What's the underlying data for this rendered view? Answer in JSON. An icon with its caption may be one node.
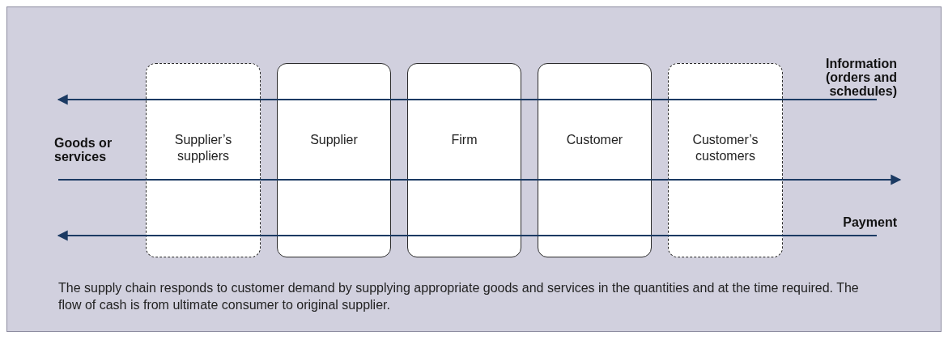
{
  "diagram": {
    "caption": "The supply chain responds to customer demand by supplying appropriate goods and services in the quantities and at the time required. The flow of cash is from ultimate consumer to original supplier.",
    "nodes": [
      {
        "text": [
          "Supplier’s suppliers"
        ]
      },
      {
        "text": [
          "Supplier"
        ]
      },
      {
        "text": [
          "Firm"
        ]
      },
      {
        "text": [
          "Customer"
        ]
      },
      {
        "text": [
          "Customer’s customers"
        ]
      },
      {
        "text": [
          "Information (orders and schedules)"
        ]
      },
      {
        "text": [
          "Goods or services"
        ]
      },
      {
        "text": [
          "Payment"
        ]
      }
    ],
    "edges": [
      {
        "from": 5,
        "to": null,
        "arrow": "to"
      },
      {
        "from": 6,
        "to": null,
        "arrow": "to"
      },
      {
        "from": 7,
        "to": null,
        "arrow": "to"
      }
    ]
  }
}
